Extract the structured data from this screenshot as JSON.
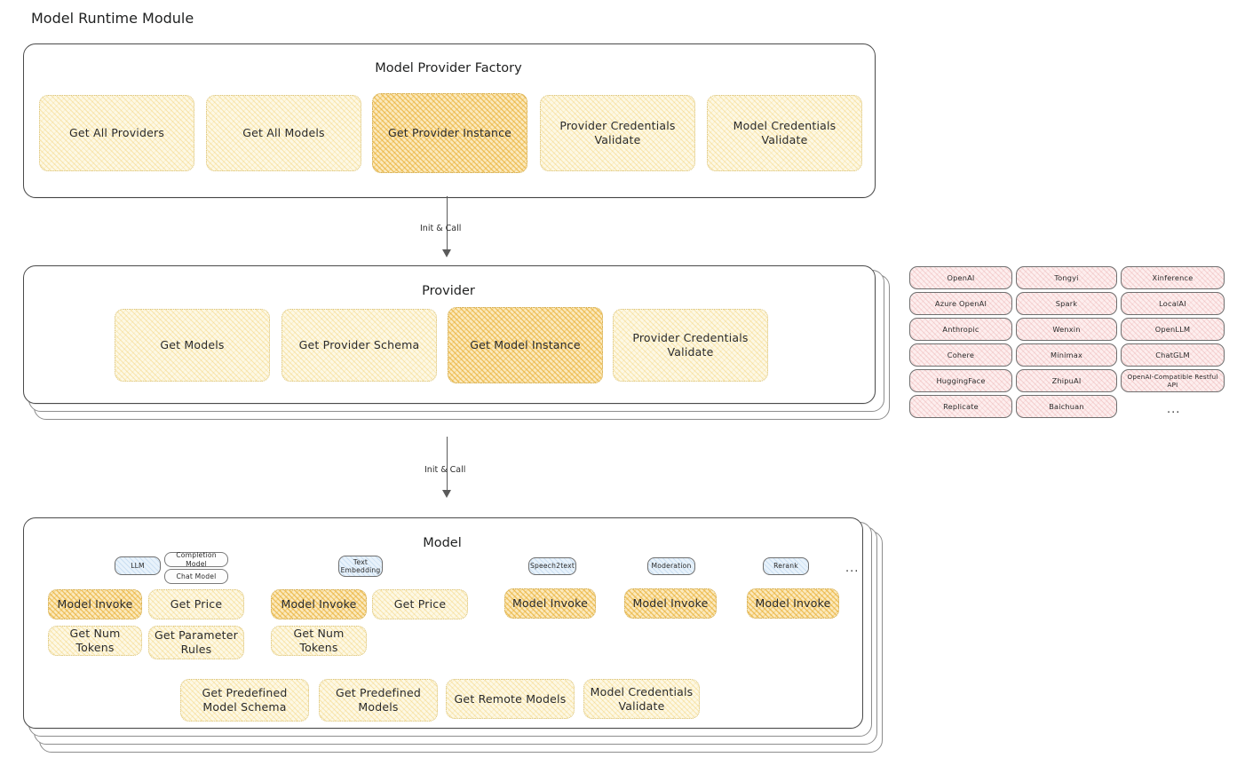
{
  "page": {
    "title": "Model Runtime Module"
  },
  "sections": {
    "factory": {
      "title": "Model Provider Factory",
      "nodes": [
        {
          "label": "Get All Providers",
          "highlight": false
        },
        {
          "label": "Get All Models",
          "highlight": false
        },
        {
          "label": "Get Provider Instance",
          "highlight": true
        },
        {
          "label": "Provider Credentials Validate",
          "highlight": false
        },
        {
          "label": "Model Credentials Validate",
          "highlight": false
        }
      ]
    },
    "provider": {
      "title": "Provider",
      "nodes": [
        {
          "label": "Get Models",
          "highlight": false
        },
        {
          "label": "Get Provider Schema",
          "highlight": false
        },
        {
          "label": "Get Model Instance",
          "highlight": true
        },
        {
          "label": "Provider Credentials Validate",
          "highlight": false
        }
      ]
    },
    "model": {
      "title": "Model",
      "types": [
        {
          "name": "LLM",
          "badges": [
            "Completion Model",
            "Chat Model"
          ],
          "ops": [
            "Model Invoke",
            "Get Price",
            "Get Num Tokens",
            "Get Parameter Rules"
          ]
        },
        {
          "name": "Text Embedding",
          "badges": [],
          "ops": [
            "Model Invoke",
            "Get Price",
            "Get Num Tokens"
          ]
        },
        {
          "name": "Speech2text",
          "badges": [],
          "ops": [
            "Model Invoke"
          ]
        },
        {
          "name": "Moderation",
          "badges": [],
          "ops": [
            "Model Invoke"
          ]
        },
        {
          "name": "Rerank",
          "badges": [],
          "ops": [
            "Model Invoke"
          ]
        }
      ],
      "more": "...",
      "common_ops": [
        "Get Predefined Model Schema",
        "Get Predefined Models",
        "Get Remote Models",
        "Model Credentials Validate"
      ]
    }
  },
  "edges": [
    {
      "label": "Init & Call"
    },
    {
      "label": "Init & Call"
    }
  ],
  "providers": {
    "column1": [
      "OpenAI",
      "Azure OpenAI",
      "Anthropic",
      "Cohere",
      "HuggingFace",
      "Replicate"
    ],
    "column2": [
      "Tongyi",
      "Spark",
      "Wenxin",
      "Minimax",
      "ZhipuAI",
      "Baichuan"
    ],
    "column3": [
      "Xinference",
      "LocalAI",
      "OpenLLM",
      "ChatGLM",
      "OpenAI-Compatible Restful API"
    ],
    "more": "..."
  },
  "colors": {
    "node_light_fill": "#fdf8e4",
    "node_light_hatch": "#f0c85a",
    "node_dark_fill": "#fbe9bd",
    "node_dark_hatch": "#e8aa28",
    "provider_chip_fill": "#fdeeee",
    "provider_chip_hatch": "#e08c8c",
    "badge_blue_fill": "#e8f2fb",
    "card_border": "#4a4a4a",
    "text": "#1f2020"
  }
}
